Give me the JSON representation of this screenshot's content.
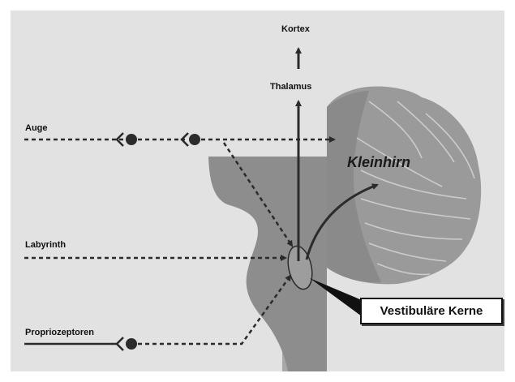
{
  "labels": {
    "kortex": "Kortex",
    "thalamus": "Thalamus",
    "auge": "Auge",
    "labyrinth": "Labyrinth",
    "proprio": "Propriozeptoren",
    "kleinhirn": "Kleinhirn",
    "vestibular": "Vestibuläre Kerne"
  },
  "colors": {
    "background": "#e2e2e2",
    "brainstem": "#8d8d8d",
    "cerebellum": "#9a9a9a",
    "dark_band": "#7b7b7b",
    "lines": "#2b2b2b"
  }
}
